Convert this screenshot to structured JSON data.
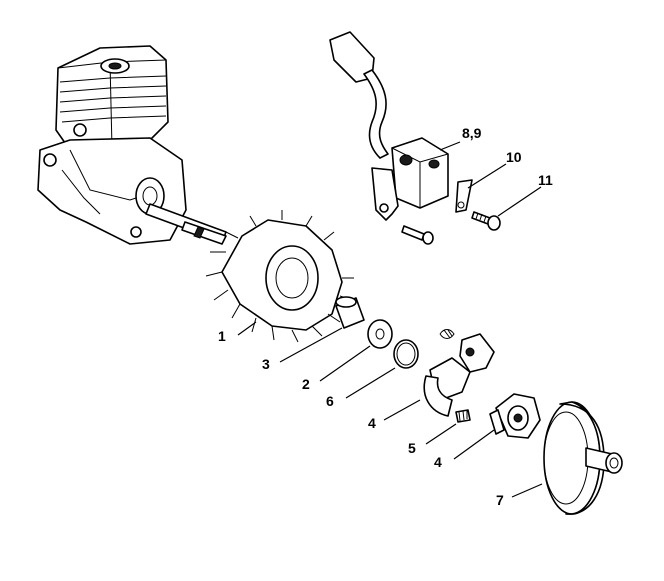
{
  "labels": {
    "l1": "1",
    "l2": "2",
    "l3": "3",
    "l4a": "4",
    "l4b": "4",
    "l5": "5",
    "l6": "6",
    "l7": "7",
    "l89": "8,9",
    "l10": "10",
    "l11": "11"
  }
}
